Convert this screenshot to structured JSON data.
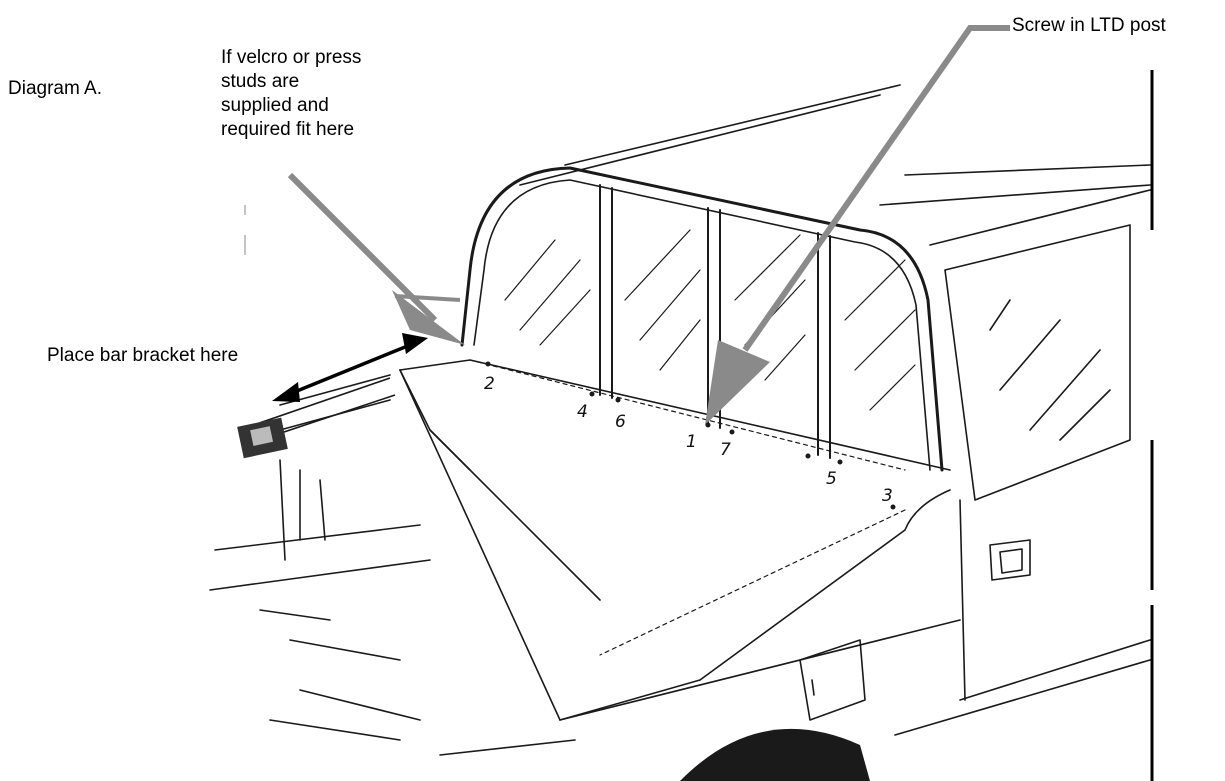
{
  "labels": {
    "diagram_title": "Diagram A.",
    "velcro_note": "If velcro or press\nstuds are\nsupplied and\nrequired fit here",
    "bar_bracket": "Place bar bracket here",
    "screw_post": "Screw in LTD post"
  },
  "point_numbers": [
    "1",
    "2",
    "3",
    "4",
    "5",
    "6",
    "7"
  ],
  "colors": {
    "arrow_gray": "#8a8a8a",
    "line": "#1a1a1a",
    "background": "#ffffff"
  }
}
